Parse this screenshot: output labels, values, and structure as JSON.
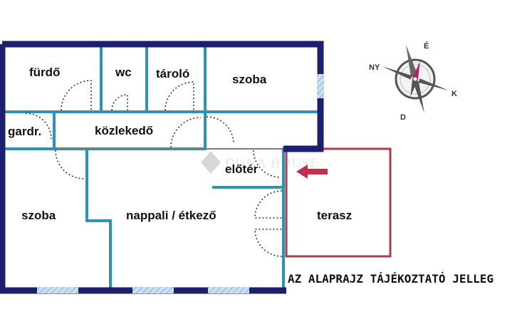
{
  "rooms": {
    "furdo": "fürdő",
    "wc": "wc",
    "tarolo": "tároló",
    "szoba_top": "szoba",
    "gardrobe": "gardr.",
    "kozlekedo": "közlekedő",
    "eloter": "előtér",
    "szoba_left": "szoba",
    "nappali": "nappali / étkező",
    "terasz": "terasz"
  },
  "disclaimer": "AZ ALAPRAJZ TÁJÉKOZTATÓ JELLEG",
  "watermark": "DUNA HOUSE",
  "compass": {
    "north": "É",
    "west": "NY",
    "east": "K",
    "south": "D"
  },
  "colors": {
    "outer_wall": "#1a1f6e",
    "inner_wall": "#2d93b5",
    "window": "#a9cfe3",
    "terrace": "#b03a48",
    "entry_arrow": "#c0304a",
    "compass_needle": "#c2185b"
  }
}
